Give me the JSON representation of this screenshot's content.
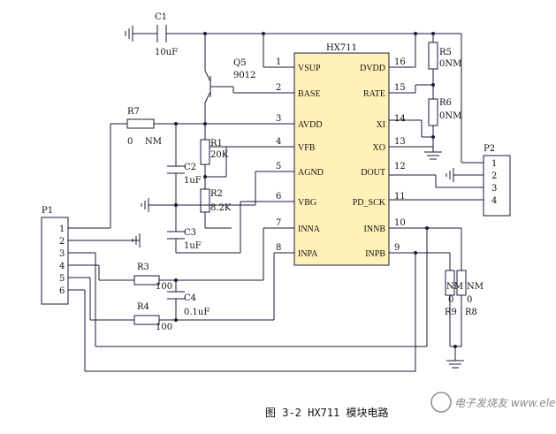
{
  "ic": {
    "name": "HX711",
    "fill": "#fff2b8",
    "left_pins": [
      {
        "num": "1",
        "name": "VSUP"
      },
      {
        "num": "2",
        "name": "BASE"
      },
      {
        "num": "3",
        "name": "AVDD"
      },
      {
        "num": "4",
        "name": "VFB"
      },
      {
        "num": "5",
        "name": "AGND"
      },
      {
        "num": "6",
        "name": "VBG"
      },
      {
        "num": "7",
        "name": "INNA"
      },
      {
        "num": "8",
        "name": "INPA"
      }
    ],
    "right_pins": [
      {
        "num": "16",
        "name": "DVDD"
      },
      {
        "num": "15",
        "name": "RATE"
      },
      {
        "num": "14",
        "name": "XI"
      },
      {
        "num": "13",
        "name": "XO"
      },
      {
        "num": "12",
        "name": "DOUT"
      },
      {
        "num": "11",
        "name": "PD_SCK"
      },
      {
        "num": "10",
        "name": "INNB"
      },
      {
        "num": "9",
        "name": "INPB"
      }
    ]
  },
  "components": {
    "c1": {
      "ref": "C1",
      "value": "10uF"
    },
    "q5": {
      "ref": "Q5",
      "value": "9012"
    },
    "r7": {
      "ref": "R7",
      "value_a": "0",
      "value_b": "NM"
    },
    "r1": {
      "ref": "R1",
      "value": "20K"
    },
    "r2": {
      "ref": "R2",
      "value": "8.2K"
    },
    "c2": {
      "ref": "C2",
      "value": "1uF"
    },
    "c3": {
      "ref": "C3",
      "value": "1uF"
    },
    "r3": {
      "ref": "R3",
      "value": "100"
    },
    "r4": {
      "ref": "R4",
      "value": "100"
    },
    "c4": {
      "ref": "C4",
      "value": "0.1uF"
    },
    "r5": {
      "ref": "R5",
      "value": "0NM"
    },
    "r6": {
      "ref": "R6",
      "value": "0NM"
    },
    "r8": {
      "ref": "R8",
      "value_a": "NM",
      "value_b": "0"
    },
    "r9": {
      "ref": "R9",
      "value_a": "NM",
      "value_b": "0"
    }
  },
  "connectors": {
    "p1": {
      "ref": "P1",
      "pins": [
        "1",
        "2",
        "3",
        "4",
        "5",
        "6"
      ]
    },
    "p2": {
      "ref": "P2",
      "pins": [
        "1",
        "2",
        "3",
        "4"
      ]
    }
  },
  "caption": "图 3-2 HX711 模块电路",
  "watermark": "电子发烧友 www.elecfans.com"
}
